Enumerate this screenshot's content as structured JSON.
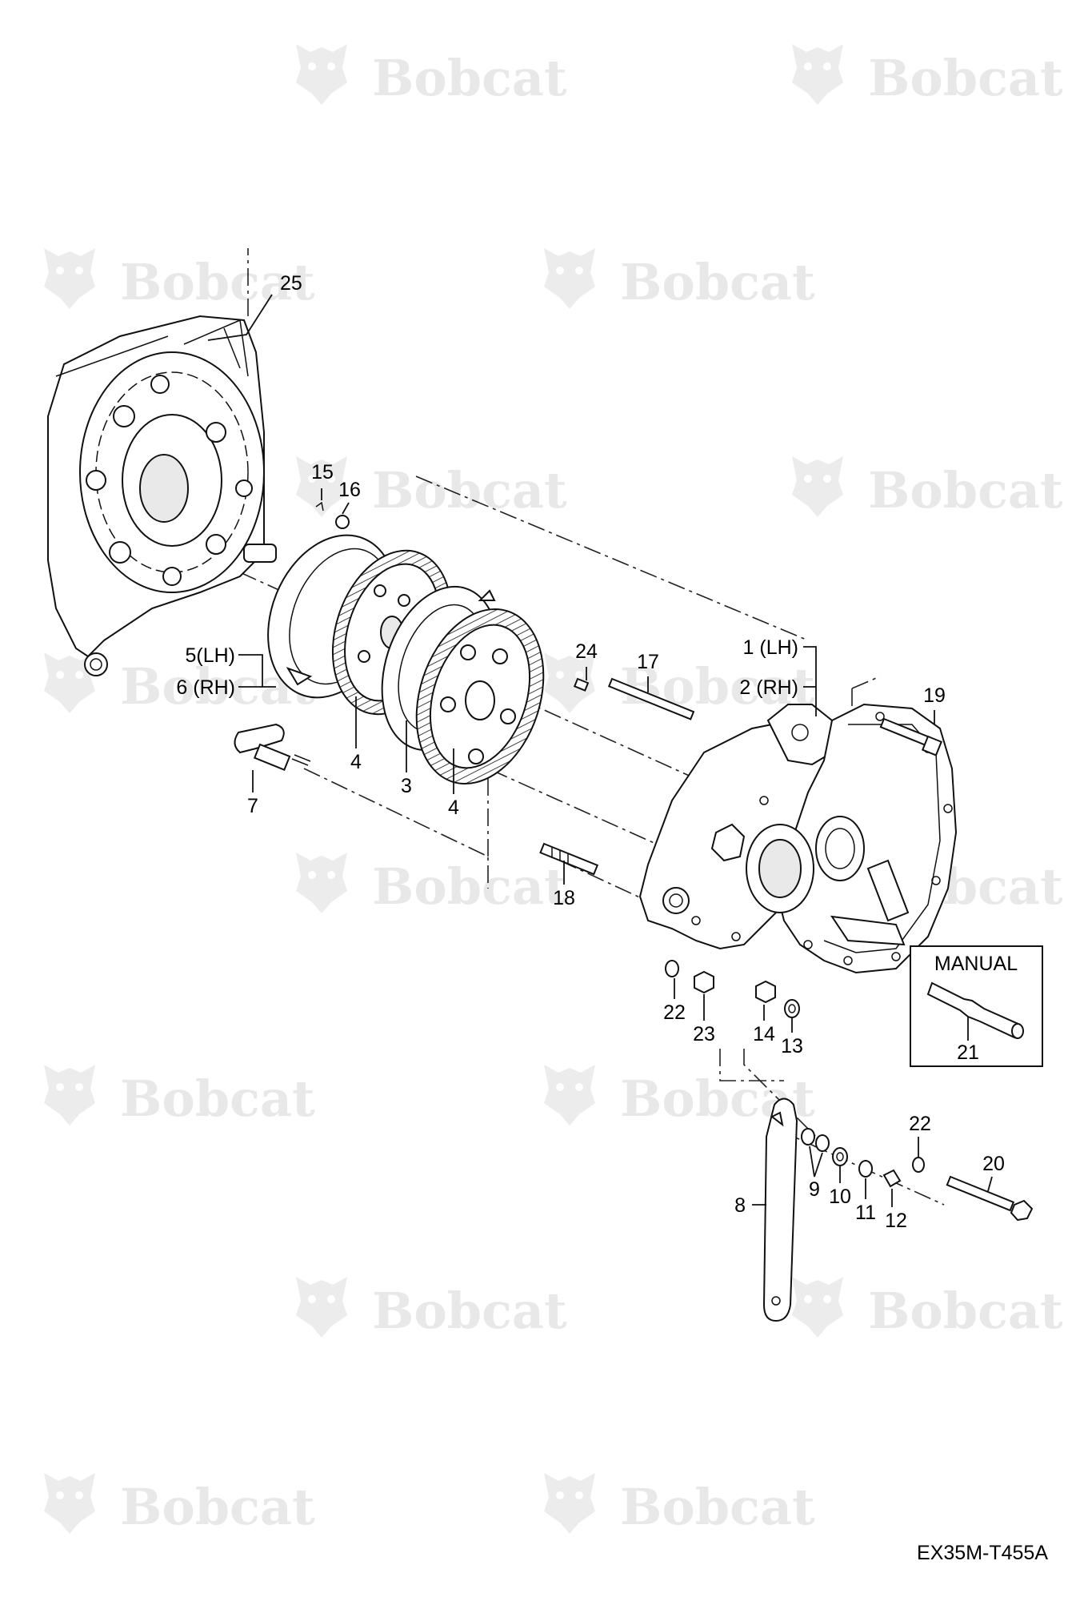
{
  "watermark": {
    "text": "Bobcat",
    "color": "#e8e8e8"
  },
  "diagram_code": "EX35M-T455A",
  "inset": {
    "title": "MANUAL",
    "part": "21"
  },
  "callouts": {
    "c1": "1 (LH)",
    "c2": "2 (RH)",
    "c3": "3",
    "c4a": "4",
    "c4b": "4",
    "c5": "5(LH)",
    "c6": "6 (RH)",
    "c7": "7",
    "c8": "8",
    "c9": "9",
    "c10": "10",
    "c11": "11",
    "c12": "12",
    "c13": "13",
    "c14": "14",
    "c15": "15",
    "c16": "16",
    "c17": "17",
    "c18": "18",
    "c19": "19",
    "c20": "20",
    "c22a": "22",
    "c22b": "22",
    "c23": "23",
    "c24": "24",
    "c25": "25"
  }
}
